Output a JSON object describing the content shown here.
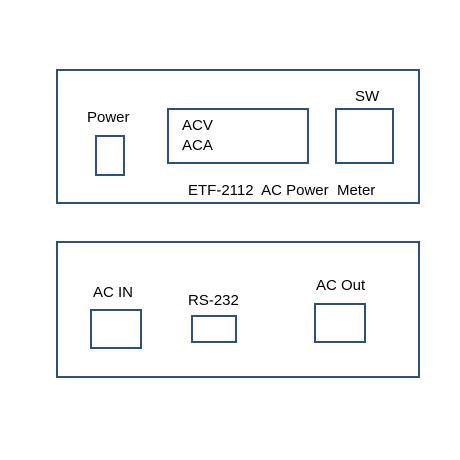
{
  "front_panel": {
    "power_label": "Power",
    "display_line1": "ACV",
    "display_line2": "ACA",
    "sw_label": "SW",
    "model_label": "ETF-2112  AC Power  Meter"
  },
  "rear_panel": {
    "ac_in_label": "AC IN",
    "rs232_label": "RS-232",
    "ac_out_label": "AC Out"
  },
  "colors": {
    "outline": "#2f4f7f",
    "text": "#000000",
    "background": "#ffffff"
  }
}
